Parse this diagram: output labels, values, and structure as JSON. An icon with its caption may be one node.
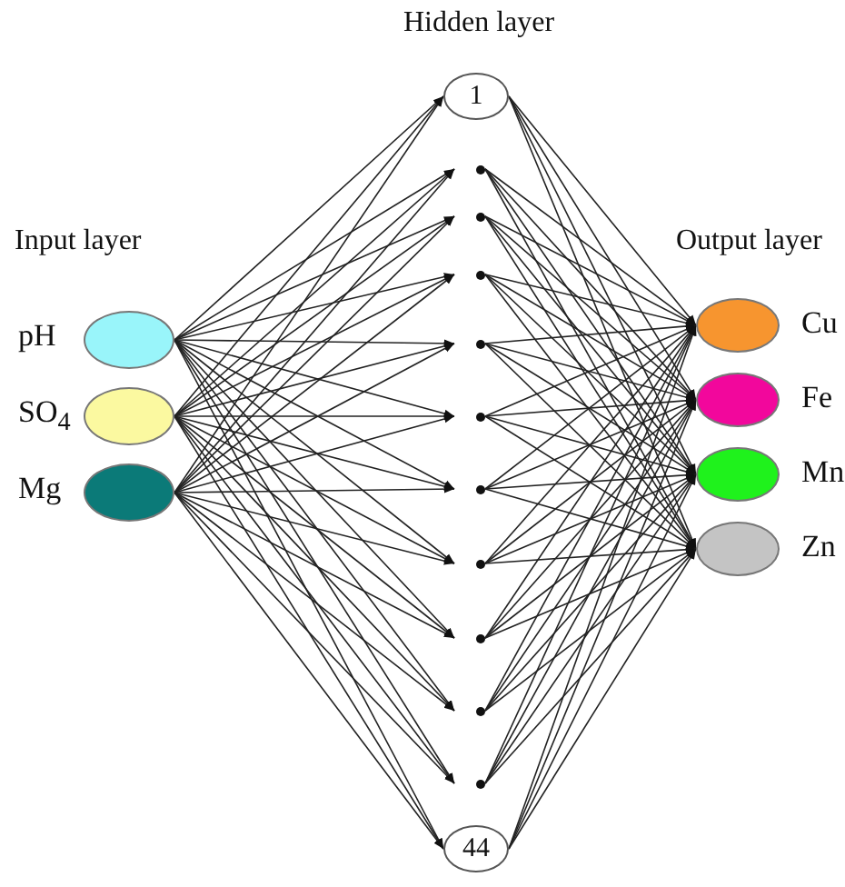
{
  "diagram": {
    "nodes": [
      {
        "text": [
          "pH"
        ]
      },
      {
        "text": [
          "SO$_{4}$"
        ]
      },
      {
        "text": [
          "Mg"
        ]
      },
      {
        "text": [
          "1"
        ]
      },
      {
        "text": [],
        "shape": "circle"
      },
      {
        "text": [],
        "shape": "circle"
      },
      {
        "text": [],
        "shape": "circle"
      },
      {
        "text": [],
        "shape": "circle"
      },
      {
        "text": [],
        "shape": "circle"
      },
      {
        "text": [],
        "shape": "circle"
      },
      {
        "text": [],
        "shape": "circle"
      },
      {
        "text": [],
        "shape": "circle"
      },
      {
        "text": [],
        "shape": "circle"
      },
      {
        "text": [],
        "shape": "circle"
      },
      {
        "text": [
          "44"
        ]
      },
      {
        "text": [
          "Cu"
        ]
      },
      {
        "text": [
          "Fe"
        ]
      },
      {
        "text": [
          "Mn"
        ]
      },
      {
        "text": [
          "Zn"
        ]
      }
    ],
    "edges": [
      {
        "from": 0,
        "to": 3,
        "arrow": "to"
      },
      {
        "from": 0,
        "to": 4,
        "arrow": "to"
      },
      {
        "from": 0,
        "to": 5,
        "arrow": "to"
      },
      {
        "from": 0,
        "to": 6,
        "arrow": "to"
      },
      {
        "from": 0,
        "to": 7,
        "arrow": "to"
      },
      {
        "from": 0,
        "to": 8,
        "arrow": "to"
      },
      {
        "from": 0,
        "to": 9,
        "arrow": "to"
      },
      {
        "from": 0,
        "to": 10,
        "arrow": "to"
      },
      {
        "from": 0,
        "to": 11,
        "arrow": "to"
      },
      {
        "from": 0,
        "to": 12,
        "arrow": "to"
      },
      {
        "from": 0,
        "to": 13,
        "arrow": "to"
      },
      {
        "from": 0,
        "to": 14,
        "arrow": "to"
      },
      {
        "from": 1,
        "to": 3,
        "arrow": "to"
      },
      {
        "from": 1,
        "to": 4,
        "arrow": "to"
      },
      {
        "from": 1,
        "to": 5,
        "arrow": "to"
      },
      {
        "from": 1,
        "to": 6,
        "arrow": "to"
      },
      {
        "from": 1,
        "to": 7,
        "arrow": "to"
      },
      {
        "from": 1,
        "to": 8,
        "arrow": "to"
      },
      {
        "from": 1,
        "to": 9,
        "arrow": "to"
      },
      {
        "from": 1,
        "to": 10,
        "arrow": "to"
      },
      {
        "from": 1,
        "to": 11,
        "arrow": "to"
      },
      {
        "from": 1,
        "to": 12,
        "arrow": "to"
      },
      {
        "from": 1,
        "to": 13,
        "arrow": "to"
      },
      {
        "from": 1,
        "to": 14,
        "arrow": "to"
      },
      {
        "from": 2,
        "to": 3,
        "arrow": "to"
      },
      {
        "from": 2,
        "to": 4,
        "arrow": "to"
      },
      {
        "from": 2,
        "to": 5,
        "arrow": "to"
      },
      {
        "from": 2,
        "to": 6,
        "arrow": "to"
      },
      {
        "from": 2,
        "to": 7,
        "arrow": "to"
      },
      {
        "from": 2,
        "to": 8,
        "arrow": "to"
      },
      {
        "from": 2,
        "to": 9,
        "arrow": "to"
      },
      {
        "from": 2,
        "to": 10,
        "arrow": "to"
      },
      {
        "from": 2,
        "to": 11,
        "arrow": "to"
      },
      {
        "from": 2,
        "to": 12,
        "arrow": "to"
      },
      {
        "from": 2,
        "to": 13,
        "arrow": "to"
      },
      {
        "from": 2,
        "to": 14,
        "arrow": "to"
      },
      {
        "from": 3,
        "to": 15,
        "arrow": "to"
      },
      {
        "from": 3,
        "to": 16,
        "arrow": "to"
      },
      {
        "from": 3,
        "to": 17,
        "arrow": "to"
      },
      {
        "from": 3,
        "to": 18,
        "arrow": "to"
      },
      {
        "from": 4,
        "to": 15,
        "arrow": "to"
      },
      {
        "from": 4,
        "to": 16,
        "arrow": "to"
      },
      {
        "from": 4,
        "to": 17,
        "arrow": "to"
      },
      {
        "from": 4,
        "to": 18,
        "arrow": "to"
      },
      {
        "from": 5,
        "to": 15,
        "arrow": "to"
      },
      {
        "from": 5,
        "to": 16,
        "arrow": "to"
      },
      {
        "from": 5,
        "to": 17,
        "arrow": "to"
      },
      {
        "from": 5,
        "to": 18,
        "arrow": "to"
      },
      {
        "from": 6,
        "to": 15,
        "arrow": "to"
      },
      {
        "from": 6,
        "to": 16,
        "arrow": "to"
      },
      {
        "from": 6,
        "to": 17,
        "arrow": "to"
      },
      {
        "from": 6,
        "to": 18,
        "arrow": "to"
      },
      {
        "from": 7,
        "to": 15,
        "arrow": "to"
      },
      {
        "from": 7,
        "to": 16,
        "arrow": "to"
      },
      {
        "from": 7,
        "to": 17,
        "arrow": "to"
      },
      {
        "from": 7,
        "to": 18,
        "arrow": "to"
      },
      {
        "from": 8,
        "to": 15,
        "arrow": "to"
      },
      {
        "from": 8,
        "to": 16,
        "arrow": "to"
      },
      {
        "from": 8,
        "to": 17,
        "arrow": "to"
      },
      {
        "from": 8,
        "to": 18,
        "arrow": "to"
      },
      {
        "from": 9,
        "to": 15,
        "arrow": "to"
      },
      {
        "from": 9,
        "to": 16,
        "arrow": "to"
      },
      {
        "from": 9,
        "to": 17,
        "arrow": "to"
      },
      {
        "from": 9,
        "to": 18,
        "arrow": "to"
      },
      {
        "from": 10,
        "to": 15,
        "arrow": "to"
      },
      {
        "from": 10,
        "to": 16,
        "arrow": "to"
      },
      {
        "from": 10,
        "to": 17,
        "arrow": "to"
      },
      {
        "from": 10,
        "to": 18,
        "arrow": "to"
      },
      {
        "from": 11,
        "to": 15,
        "arrow": "to"
      },
      {
        "from": 11,
        "to": 16,
        "arrow": "to"
      },
      {
        "from": 11,
        "to": 17,
        "arrow": "to"
      },
      {
        "from": 11,
        "to": 18,
        "arrow": "to"
      },
      {
        "from": 12,
        "to": 15,
        "arrow": "to"
      },
      {
        "from": 12,
        "to": 16,
        "arrow": "to"
      },
      {
        "from": 12,
        "to": 17,
        "arrow": "to"
      },
      {
        "from": 12,
        "to": 18,
        "arrow": "to"
      },
      {
        "from": 13,
        "to": 15,
        "arrow": "to"
      },
      {
        "from": 13,
        "to": 16,
        "arrow": "to"
      },
      {
        "from": 13,
        "to": 17,
        "arrow": "to"
      },
      {
        "from": 13,
        "to": 18,
        "arrow": "to"
      },
      {
        "from": 14,
        "to": 15,
        "arrow": "to"
      },
      {
        "from": 14,
        "to": 16,
        "arrow": "to"
      },
      {
        "from": 14,
        "to": 17,
        "arrow": "to"
      },
      {
        "from": 14,
        "to": 18,
        "arrow": "to"
      }
    ],
    "labels": [
      "Hidden layer",
      "Input layer",
      "Output layer"
    ]
  }
}
